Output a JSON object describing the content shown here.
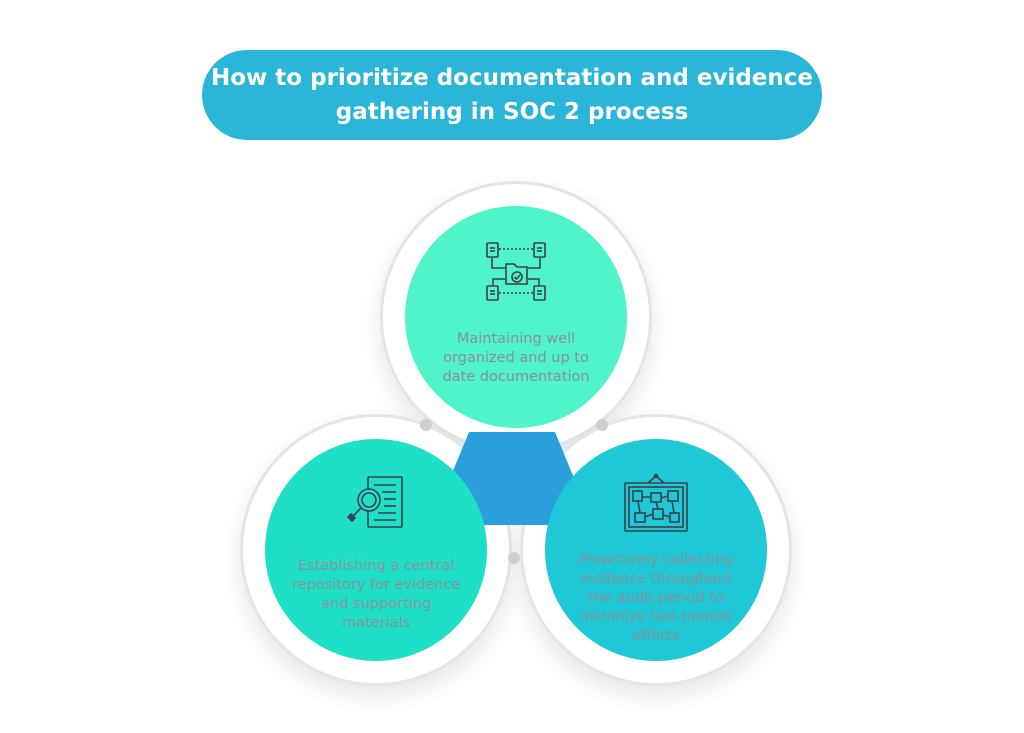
{
  "title": {
    "line1": "How to prioritize documentation and evidence",
    "line2": "gathering in SOC 2 process"
  },
  "colors": {
    "title_bg": "#2bb5d8",
    "top_circle": "#4ff5c9",
    "left_circle": "#1ee0c7",
    "right_circle": "#1ec8d6",
    "center_hexagon": "#2a9fdc"
  },
  "items": [
    {
      "icon": "document-flow-icon",
      "lines": [
        "Maintaining well",
        "organized and up to",
        "date documentation"
      ]
    },
    {
      "icon": "magnifier-document-icon",
      "lines": [
        "Establishing a central",
        "repository for evidence",
        "and supporting",
        "materials"
      ]
    },
    {
      "icon": "evidence-board-icon",
      "lines": [
        "Proactively collecting",
        "evidence throughout",
        "the audit period to",
        "minimize last-minute",
        "efforts"
      ]
    }
  ]
}
